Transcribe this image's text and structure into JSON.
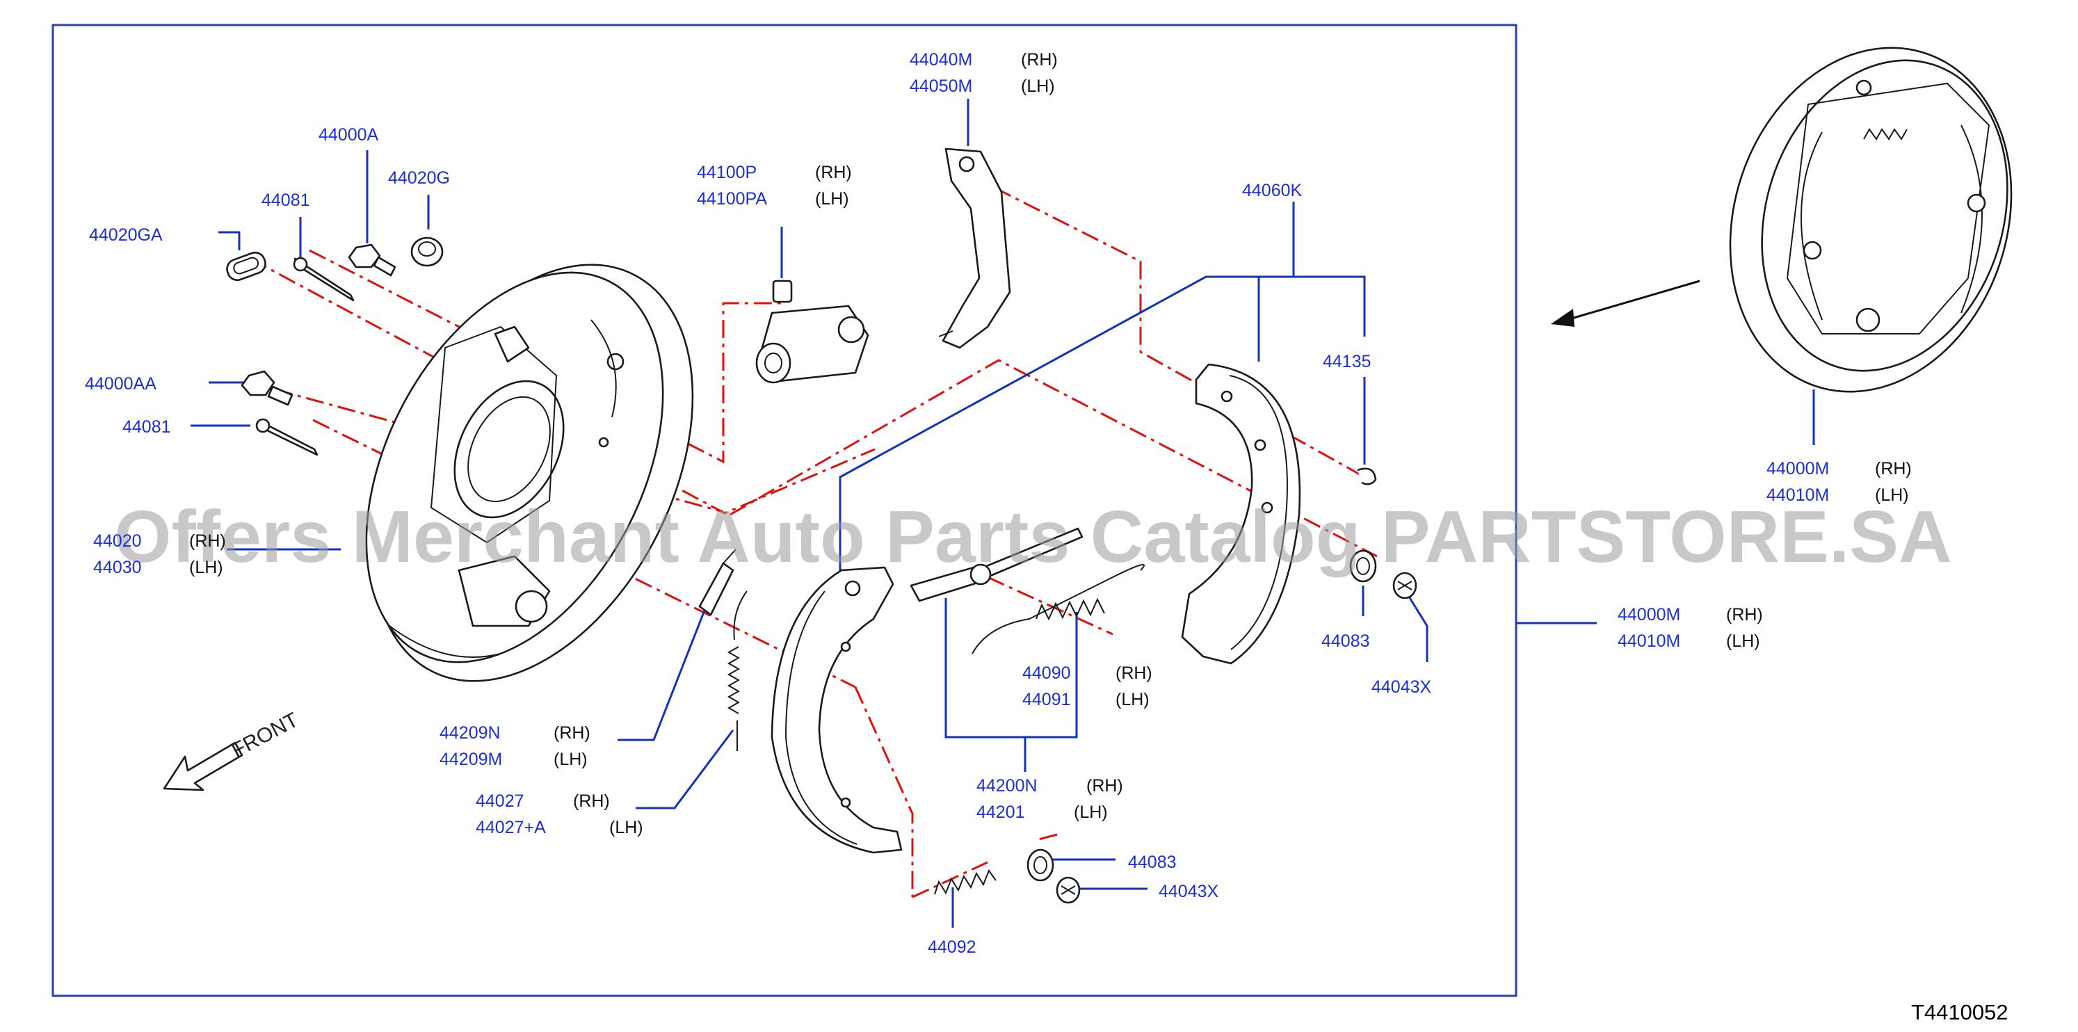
{
  "watermark": "Offers Merchant Auto Parts Catalog PARTSTORE.SA",
  "reference_code": "T4410052",
  "front_label": "FRONT",
  "side_labels": {
    "rh": "(RH)",
    "lh": "(LH)"
  },
  "parts": [
    {
      "id": "p44040M",
      "number": "44040M",
      "side": "(RH)"
    },
    {
      "id": "p44050M",
      "number": "44050M",
      "side": "(LH)"
    },
    {
      "id": "p44000A",
      "number": "44000A",
      "side": ""
    },
    {
      "id": "p44020G",
      "number": "44020G",
      "side": ""
    },
    {
      "id": "p44081a",
      "number": "44081",
      "side": ""
    },
    {
      "id": "p44020GA",
      "number": "44020GA",
      "side": ""
    },
    {
      "id": "p44100P",
      "number": "44100P",
      "side": "(RH)"
    },
    {
      "id": "p44100PA",
      "number": "44100PA",
      "side": "(LH)"
    },
    {
      "id": "p44060K",
      "number": "44060K",
      "side": ""
    },
    {
      "id": "p44135",
      "number": "44135",
      "side": ""
    },
    {
      "id": "p44000AA",
      "number": "44000AA",
      "side": ""
    },
    {
      "id": "p44081b",
      "number": "44081",
      "side": ""
    },
    {
      "id": "p44020",
      "number": "44020",
      "side": "(RH)"
    },
    {
      "id": "p44030",
      "number": "44030",
      "side": "(LH)"
    },
    {
      "id": "p44000M_in",
      "number": "44000M",
      "side": "(RH)"
    },
    {
      "id": "p44010M_in",
      "number": "44010M",
      "side": "(LH)"
    },
    {
      "id": "p44000M_out",
      "number": "44000M",
      "side": "(RH)"
    },
    {
      "id": "p44010M_out",
      "number": "44010M",
      "side": "(LH)"
    },
    {
      "id": "p44083a",
      "number": "44083",
      "side": ""
    },
    {
      "id": "p44043Xa",
      "number": "44043X",
      "side": ""
    },
    {
      "id": "p44090",
      "number": "44090",
      "side": "(RH)"
    },
    {
      "id": "p44091",
      "number": "44091",
      "side": "(LH)"
    },
    {
      "id": "p44209N",
      "number": "44209N",
      "side": "(RH)"
    },
    {
      "id": "p44209M",
      "number": "44209M",
      "side": "(LH)"
    },
    {
      "id": "p44200N",
      "number": "44200N",
      "side": "(RH)"
    },
    {
      "id": "p44201",
      "number": "44201",
      "side": "(LH)"
    },
    {
      "id": "p44027",
      "number": "44027",
      "side": "(RH)"
    },
    {
      "id": "p44027A",
      "number": "44027+A",
      "side": "(LH)"
    },
    {
      "id": "p44083b",
      "number": "44083",
      "side": ""
    },
    {
      "id": "p44043Xb",
      "number": "44043X",
      "side": ""
    },
    {
      "id": "p44092",
      "number": "44092",
      "side": ""
    }
  ]
}
